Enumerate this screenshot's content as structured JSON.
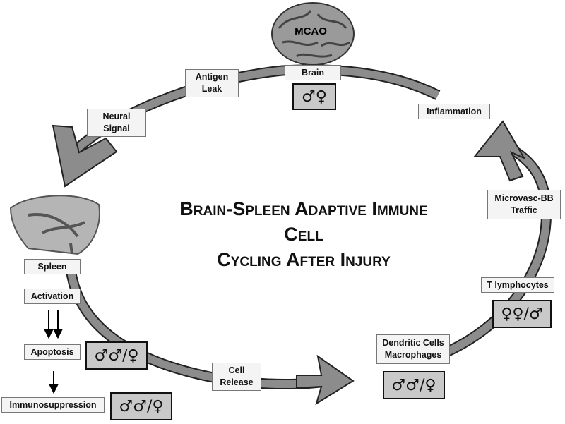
{
  "title": {
    "line1": "Brain-Spleen Adaptive Immune Cell",
    "line2": "Cycling After Injury"
  },
  "brain_image": {
    "icon": "brain-image",
    "label": "MCAO"
  },
  "spleen_image": {
    "icon": "spleen-image"
  },
  "labels": {
    "brain": "Brain",
    "antigen_leak": "Antigen\nLeak",
    "neural_signal": "Neural\nSignal",
    "inflammation": "Inflammation",
    "microvasc": "Microvasc-BB\nTraffic",
    "t_lymphocytes": "T lymphocytes",
    "dendritic": "Dendritic Cells\nMacrophages",
    "cell_release": "Cell\nRelease",
    "spleen": "Spleen",
    "activation": "Activation",
    "apoptosis": "Apoptosis",
    "immunosuppression": "Immunosuppression"
  },
  "sex_symbols": {
    "brain": "♂♀",
    "t_lymphocytes": "♀♀/♂",
    "dendritic": "♂♂/♀",
    "apoptosis": "♂♂/♀",
    "immunosuppression": "♂♂/♀"
  },
  "colors": {
    "cycle_arrow": "#8c8c8c",
    "symbol_box": "#c9c9c9"
  }
}
